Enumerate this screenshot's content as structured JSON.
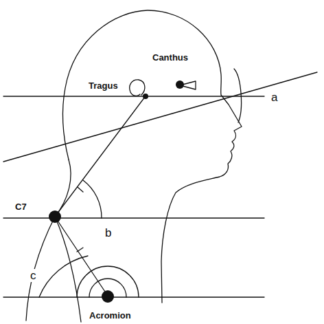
{
  "diagram": {
    "labels": [
      "Canthus",
      "Tragus",
      "a",
      "C7",
      "b",
      "c",
      "Acromion"
    ]
  }
}
